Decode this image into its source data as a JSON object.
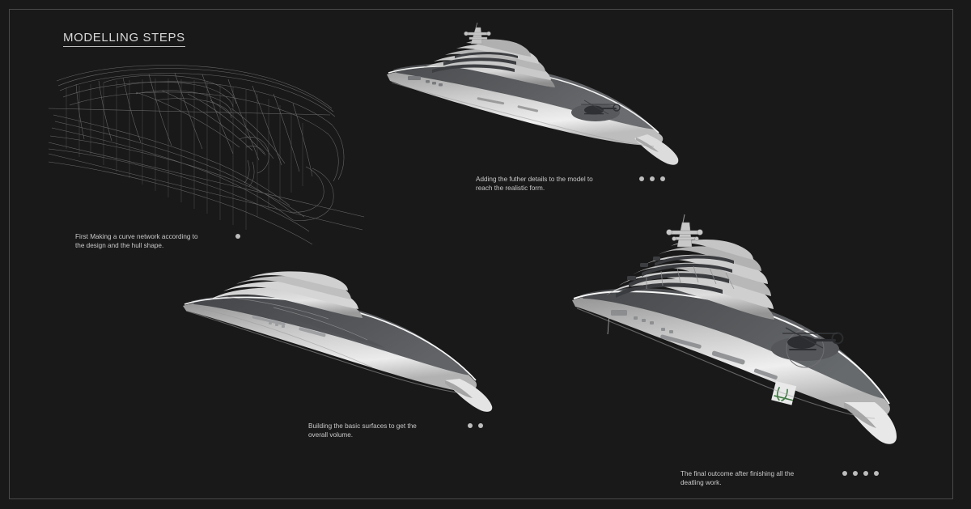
{
  "board": {
    "title": "MODELLING STEPS",
    "background_color": "#191919",
    "frame_color": "#4a4a4a",
    "text_color": "#c9c9c9",
    "dot_color": "#bdbdbd"
  },
  "steps": [
    {
      "id": "step-1",
      "caption": "First Making a curve network according to\nthe design and the hull shape.",
      "dots": 1,
      "artwork": "yacht-curve-network-wireframe"
    },
    {
      "id": "step-2",
      "caption": "Building the basic surfaces to get the\noverall volume.",
      "dots": 2,
      "artwork": "yacht-basic-surfaces-render"
    },
    {
      "id": "step-3",
      "caption": "Adding the futher details to the model to\nreach the realistic form.",
      "dots": 3,
      "artwork": "yacht-detailed-render"
    },
    {
      "id": "step-4",
      "caption": "The final outcome after finishing all the\ndeatling work.",
      "dots": 4,
      "artwork": "yacht-final-render"
    }
  ]
}
